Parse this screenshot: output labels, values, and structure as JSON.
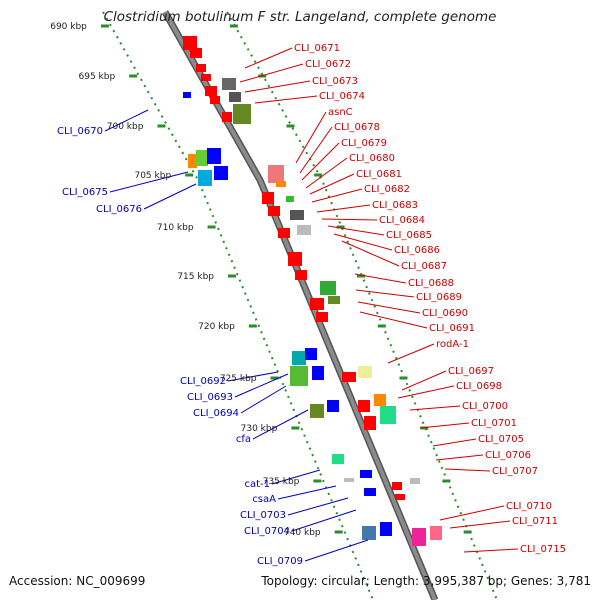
{
  "title": "Clostridium botulinum F str. Langeland, complete genome",
  "accession": "Accession: NC_009699",
  "summary": "Topology: circular; Length: 3,995,387 bp; Genes: 3,781",
  "colors": {
    "backbone": "#8a8a8a",
    "tick": "#2a8c2a",
    "forward_label": "#cc0000",
    "reverse_label": "#0000bb"
  },
  "scale_labels": [
    "690 kbp",
    "695 kbp",
    "700 kbp",
    "705 kbp",
    "710 kbp",
    "715 kbp",
    "720 kbp",
    "725 kbp",
    "730 kbp",
    "735 kbp",
    "740 kbp"
  ],
  "forward_labels": [
    "CLI_0671",
    "CLI_0672",
    "CLI_0673",
    "CLI_0674",
    "asnC",
    "CLI_0678",
    "CLI_0679",
    "CLI_0680",
    "CLI_0681",
    "CLI_0682",
    "CLI_0683",
    "CLI_0684",
    "CLI_0685",
    "CLI_0686",
    "CLI_0687",
    "CLI_0688",
    "CLI_0689",
    "CLI_0690",
    "CLI_0691",
    "rodA-1",
    "CLI_0697",
    "CLI_0698",
    "CLI_0700",
    "CLI_0701",
    "CLI_0705",
    "CLI_0706",
    "CLI_0707",
    "CLI_0710",
    "CLI_0711",
    "CLI_0715"
  ],
  "reverse_labels": [
    "CLI_0670",
    "CLI_0675",
    "CLI_0676",
    "CLI_0692",
    "CLI_0693",
    "CLI_0694",
    "cfa",
    "cat-1",
    "csaA",
    "CLI_0703",
    "CLI_0704",
    "CLI_0709"
  ]
}
